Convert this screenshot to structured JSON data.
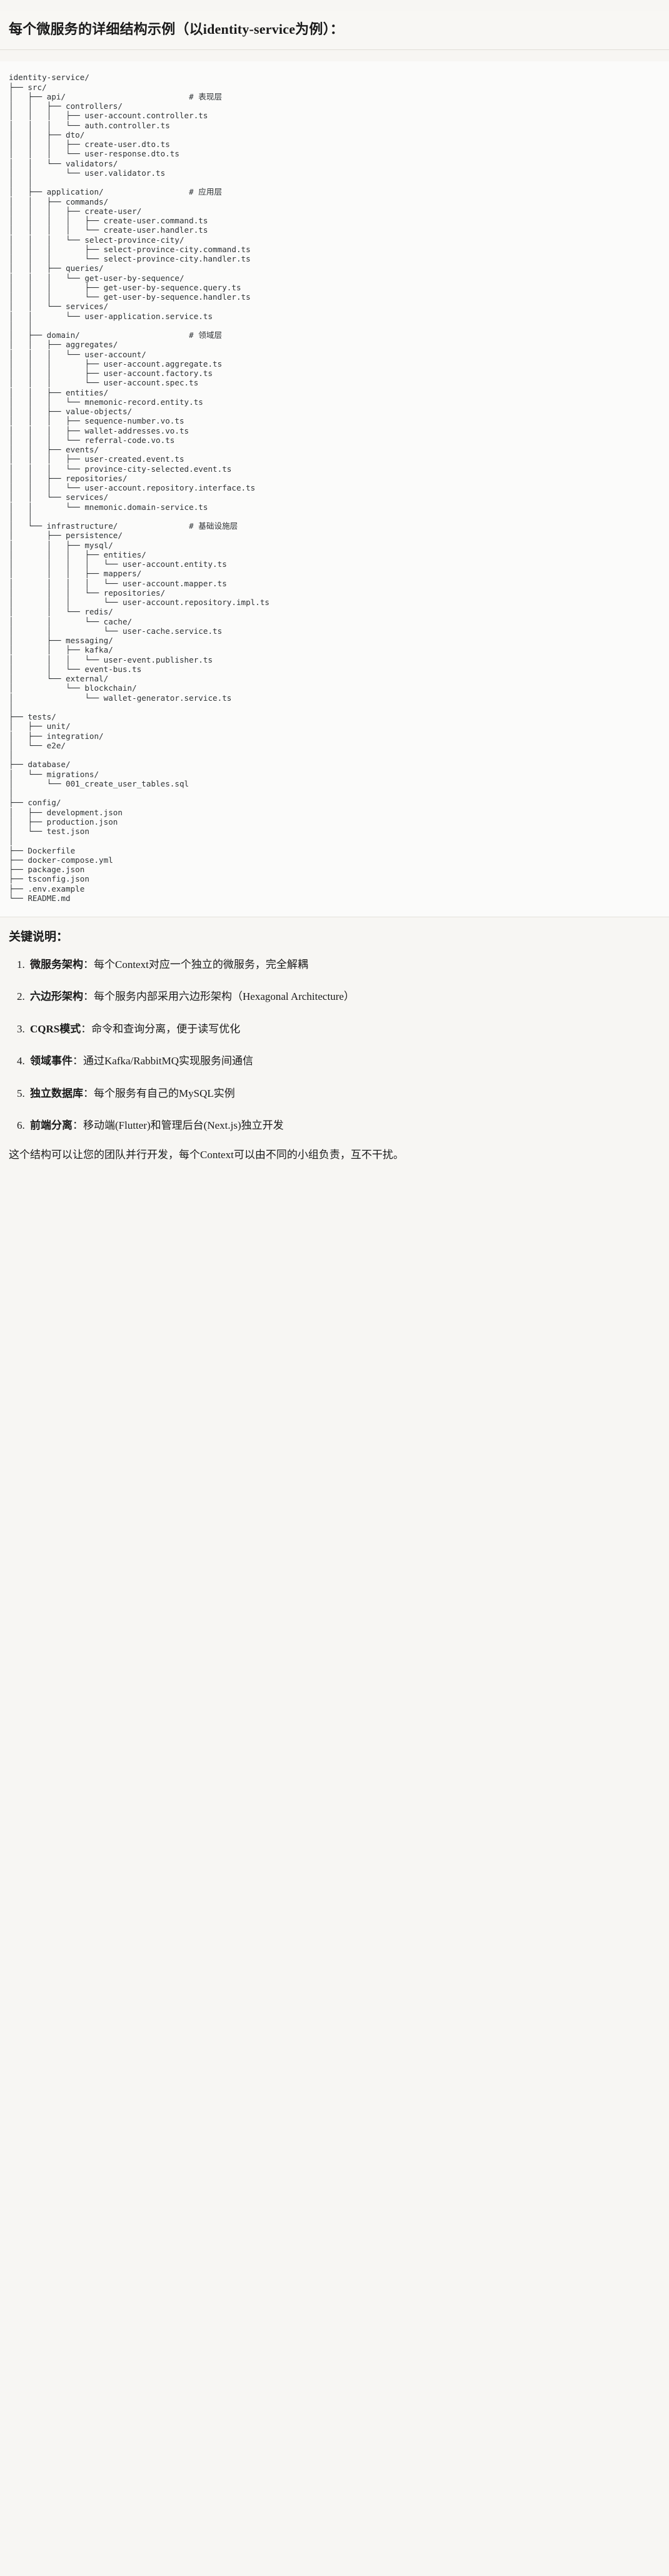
{
  "heading": "每个微服务的详细结构示例（以identity-service为例）：",
  "code": {
    "language": "text",
    "tree": "identity-service/\n├── src/\n│   ├── api/                          # 表现层\n│   │   ├── controllers/\n│   │   │   ├── user-account.controller.ts\n│   │   │   └── auth.controller.ts\n│   │   ├── dto/\n│   │   │   ├── create-user.dto.ts\n│   │   │   └── user-response.dto.ts\n│   │   └── validators/\n│   │       └── user.validator.ts\n│   │\n│   ├── application/                  # 应用层\n│   │   ├── commands/\n│   │   │   ├── create-user/\n│   │   │   │   ├── create-user.command.ts\n│   │   │   │   └── create-user.handler.ts\n│   │   │   └── select-province-city/\n│   │   │       ├── select-province-city.command.ts\n│   │   │       └── select-province-city.handler.ts\n│   │   ├── queries/\n│   │   │   └── get-user-by-sequence/\n│   │   │       ├── get-user-by-sequence.query.ts\n│   │   │       └── get-user-by-sequence.handler.ts\n│   │   └── services/\n│   │       └── user-application.service.ts\n│   │\n│   ├── domain/                       # 领域层\n│   │   ├── aggregates/\n│   │   │   └── user-account/\n│   │   │       ├── user-account.aggregate.ts\n│   │   │       ├── user-account.factory.ts\n│   │   │       └── user-account.spec.ts\n│   │   ├── entities/\n│   │   │   └── mnemonic-record.entity.ts\n│   │   ├── value-objects/\n│   │   │   ├── sequence-number.vo.ts\n│   │   │   ├── wallet-addresses.vo.ts\n│   │   │   └── referral-code.vo.ts\n│   │   ├── events/\n│   │   │   ├── user-created.event.ts\n│   │   │   └── province-city-selected.event.ts\n│   │   ├── repositories/\n│   │   │   └── user-account.repository.interface.ts\n│   │   └── services/\n│   │       └── mnemonic.domain-service.ts\n│   │\n│   └── infrastructure/               # 基础设施层\n│       ├── persistence/\n│       │   ├── mysql/\n│       │   │   ├── entities/\n│       │   │   │   └── user-account.entity.ts\n│       │   │   ├── mappers/\n│       │   │   │   └── user-account.mapper.ts\n│       │   │   └── repositories/\n│       │   │       └── user-account.repository.impl.ts\n│       │   └── redis/\n│       │       └── cache/\n│       │           └── user-cache.service.ts\n│       ├── messaging/\n│       │   ├── kafka/\n│       │   │   └── user-event.publisher.ts\n│       │   └── event-bus.ts\n│       └── external/\n│           └── blockchain/\n│               └── wallet-generator.service.ts\n│\n├── tests/\n│   ├── unit/\n│   ├── integration/\n│   └── e2e/\n│\n├── database/\n│   └── migrations/\n│       └── 001_create_user_tables.sql\n│\n├── config/\n│   ├── development.json\n│   ├── production.json\n│   └── test.json\n│\n├── Dockerfile\n├── docker-compose.yml\n├── package.json\n├── tsconfig.json\n├── .env.example\n└── README.md"
  },
  "notes": {
    "title": "关键说明：",
    "items": [
      {
        "term": "微服务架构",
        "sep": "：",
        "desc": "每个Context对应一个独立的微服务，完全解耦"
      },
      {
        "term": "六边形架构",
        "sep": "：",
        "desc": "每个服务内部采用六边形架构（Hexagonal Architecture）"
      },
      {
        "term": "CQRS模式",
        "sep": "：",
        "desc": "命令和查询分离，便于读写优化"
      },
      {
        "term": "领域事件",
        "sep": "：",
        "desc": "通过Kafka/RabbitMQ实现服务间通信"
      },
      {
        "term": "独立数据库",
        "sep": "：",
        "desc": "每个服务有自己的MySQL实例"
      },
      {
        "term": "前端分离",
        "sep": "：",
        "desc": "移动端(Flutter)和管理后台(Next.js)独立开发"
      }
    ],
    "closing": "这个结构可以让您的团队并行开发，每个Context可以由不同的小组负责，互不干扰。"
  },
  "colors": {
    "page_background": "#f7f6f3",
    "code_background": "#fbfbfa",
    "heading_background": "#f8f7f4",
    "text": "#1a1a1a",
    "code_text": "#2d3134",
    "divider": "#e4e2dc"
  }
}
